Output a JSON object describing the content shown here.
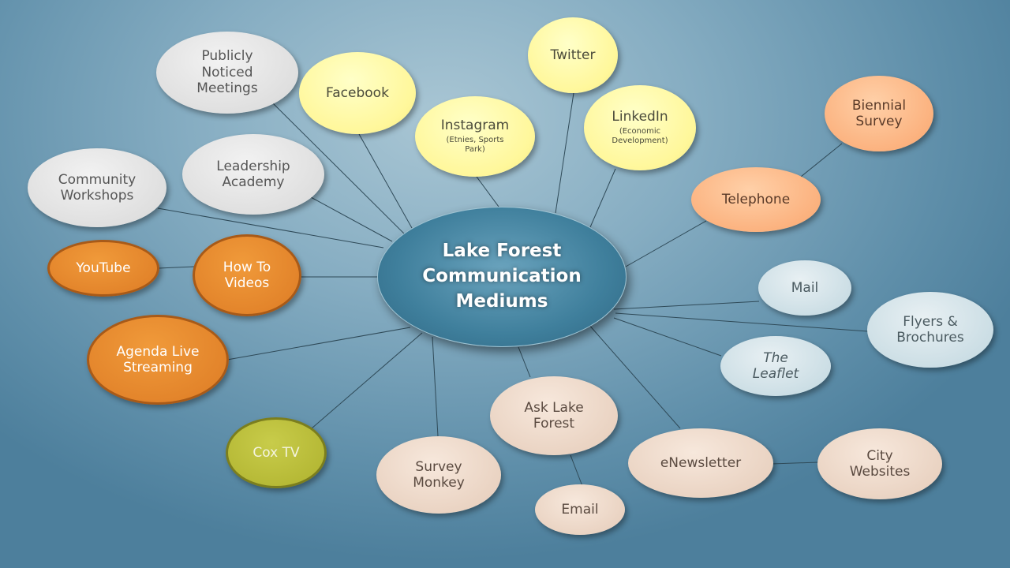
{
  "center": {
    "label": "Lake Forest\nCommunication\nMediums"
  },
  "nodes": {
    "publicly_noticed_meetings": {
      "label": "Publicly\nNoticed\nMeetings"
    },
    "facebook": {
      "label": "Facebook"
    },
    "twitter": {
      "label": "Twitter"
    },
    "instagram": {
      "label": "Instagram",
      "sub": "(Etnies, Sports\nPark)"
    },
    "linkedin": {
      "label": "LinkedIn",
      "sub": "(Economic\nDevelopment)"
    },
    "biennial_survey": {
      "label": "Biennial\nSurvey"
    },
    "community_workshops": {
      "label": "Community\nWorkshops"
    },
    "leadership_academy": {
      "label": "Leadership\nAcademy"
    },
    "telephone": {
      "label": "Telephone"
    },
    "youtube": {
      "label": "YouTube"
    },
    "how_to_videos": {
      "label": "How To\nVideos"
    },
    "mail": {
      "label": "Mail"
    },
    "flyers_brochures": {
      "label": "Flyers &\nBrochures"
    },
    "agenda_live_streaming": {
      "label": "Agenda Live\nStreaming"
    },
    "the_leaflet": {
      "label": "The\nLeaflet"
    },
    "cox_tv": {
      "label": "Cox TV"
    },
    "ask_lake_forest": {
      "label": "Ask Lake\nForest"
    },
    "survey_monkey": {
      "label": "Survey\nMonkey"
    },
    "enewsletter": {
      "label": "eNewsletter"
    },
    "city_websites": {
      "label": "City\nWebsites"
    },
    "email": {
      "label": "Email"
    }
  },
  "colors": {
    "background": "#86adc2",
    "center": "#3f7f9c",
    "gray": "#dedede",
    "yellow": "#fff79a",
    "peach": "#fbb07c",
    "ice": "#cadde4",
    "tan": "#e9d2c1",
    "orange": "#e2832a",
    "olive": "#b5b835",
    "connector": "#2f4a58"
  }
}
